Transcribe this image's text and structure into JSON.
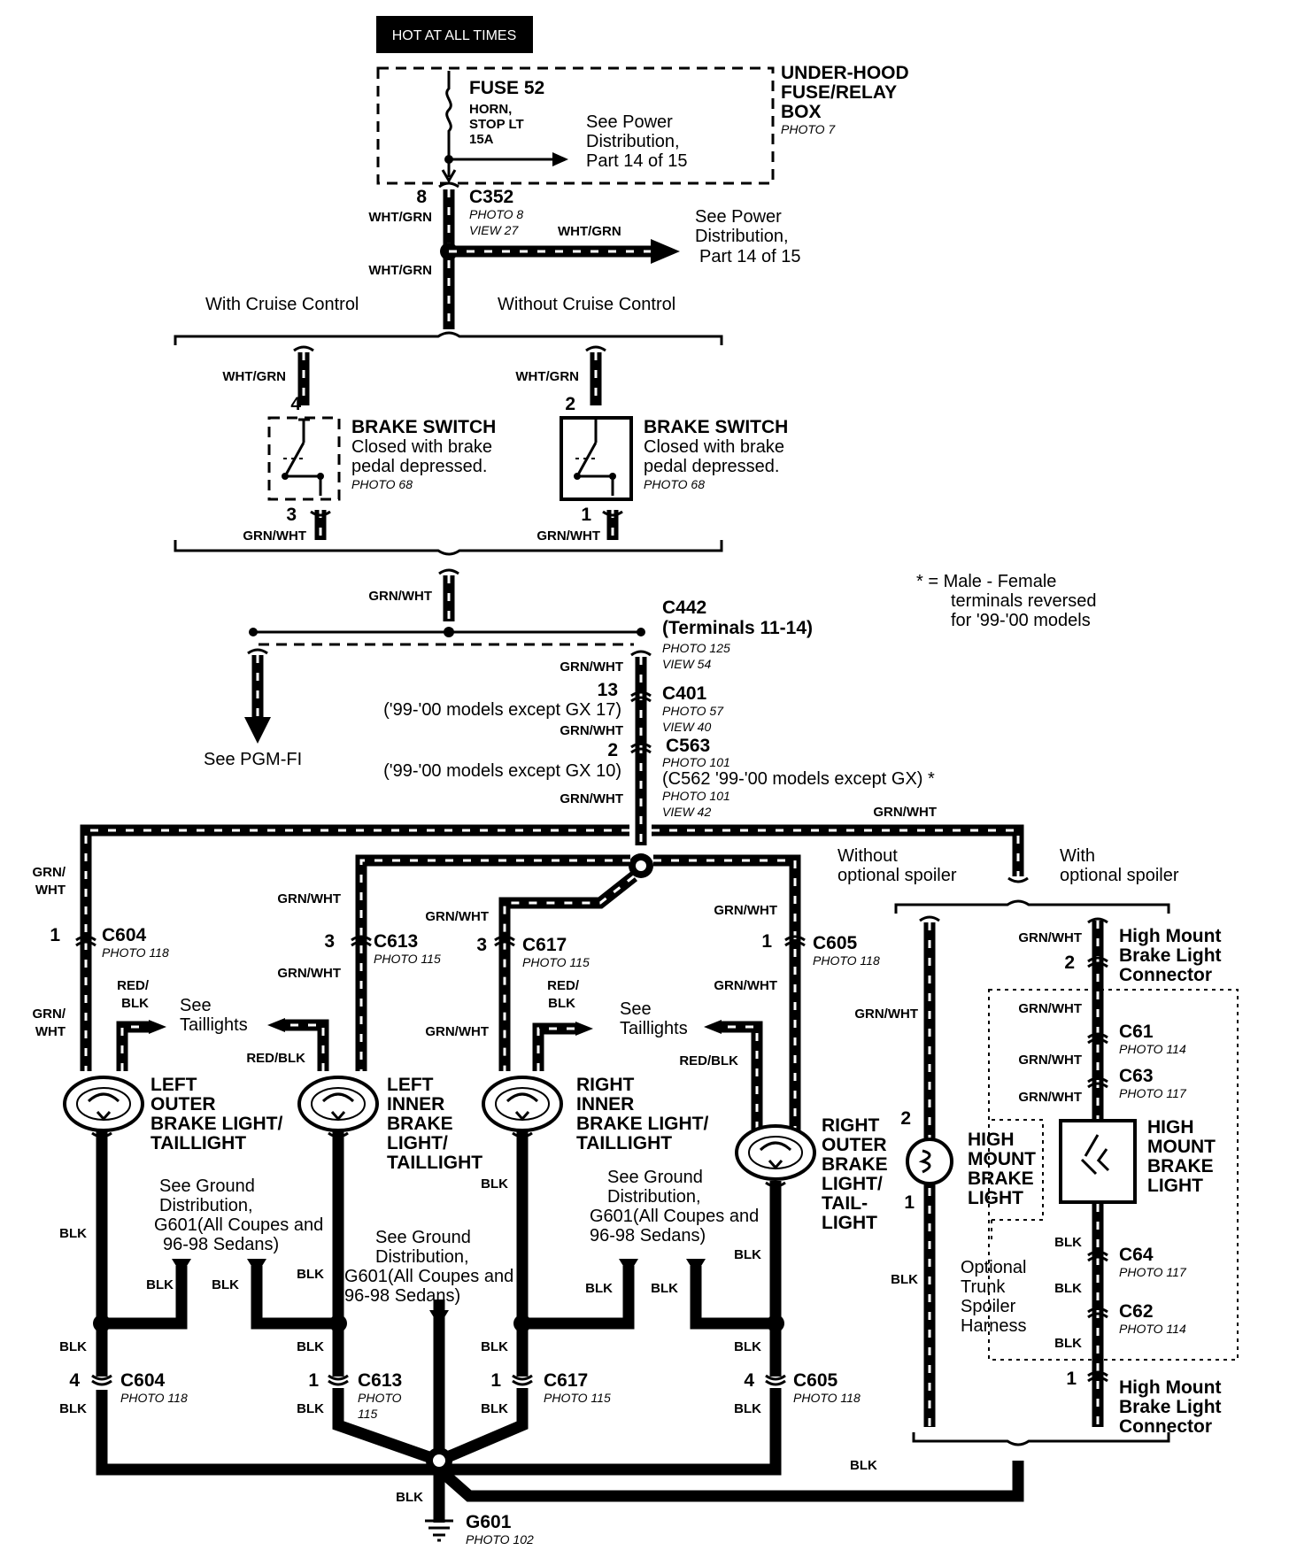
{
  "power": {
    "hot_label": "HOT AT ALL TIMES",
    "fuse": "FUSE 52",
    "fuse_desc1": "HORN,",
    "fuse_desc2": "STOP LT",
    "fuse_desc3": "15A",
    "box1": "UNDER-HOOD",
    "box2": "FUSE/RELAY",
    "box3": "BOX",
    "box_photo": "PHOTO 7",
    "see1a": "See Power",
    "see1b": "Distribution,",
    "see1c": "Part 14 of 15",
    "c352": "C352",
    "c352_pin": "8",
    "c352_photo": "PHOTO 8",
    "c352_view": "VIEW 27",
    "see2a": "See Power",
    "see2b": "Distribution,",
    "see2c": "Part 14 of 15"
  },
  "wires": {
    "wht_grn": "WHT/GRN",
    "grn_wht": "GRN/WHT",
    "grn": "GRN/",
    "wht": "WHT",
    "red": "RED/",
    "blk_short": "BLK",
    "red_blk": "RED/BLK",
    "blk": "BLK"
  },
  "switches": {
    "with_cruise": "With Cruise Control",
    "without_cruise": "Without Cruise Control",
    "title": "BRAKE SWITCH",
    "desc1": "Closed with brake",
    "desc2": "pedal depressed.",
    "photo": "PHOTO 68",
    "pin4": "4",
    "pin3": "3",
    "pin2": "2",
    "pin1": "1"
  },
  "connectors": {
    "note1": "* = Male - Female",
    "note2": "terminals reversed",
    "note3": "for '99-'00 models",
    "c442": "C442",
    "c442_term": "(Terminals 11-14)",
    "c442_photo": "PHOTO 125",
    "c442_view": "VIEW 54",
    "pgmfi": "See PGM-FI",
    "c401_pin": "13",
    "c401_alt": "('99-'00 models except GX 17)",
    "c401": "C401",
    "c401_photo": "PHOTO 57",
    "c401_view": "VIEW 40",
    "c563_pin": "2",
    "c563_alt": "('99-'00 models except GX 10)",
    "c563": "C563",
    "c563_photo": "PHOTO 101",
    "c562": "(C562 '99-'00 models except GX) *",
    "c562_photo": "PHOTO 101",
    "c562_view": "VIEW 42"
  },
  "lights": {
    "without_spoiler1": "Without",
    "without_spoiler2": "optional spoiler",
    "with_spoiler1": "With",
    "with_spoiler2": "optional spoiler",
    "c604": "C604",
    "c604_photo": "PHOTO 118",
    "c613": "C613",
    "c613_photo": "PHOTO 115",
    "c613_photo_a": "PHOTO",
    "c613_photo_b": "115",
    "c617": "C617",
    "c617_photo": "PHOTO 115",
    "c605": "C605",
    "c605_photo": "PHOTO 118",
    "p1": "1",
    "p2": "2",
    "p3": "3",
    "p4": "4",
    "see_tail1": "See",
    "see_tail2": "Taillights",
    "lo1": "LEFT",
    "lo2": "OUTER",
    "lo3": "BRAKE LIGHT/",
    "lo4": "TAILLIGHT",
    "li1": "LEFT",
    "li2": "INNER",
    "li3": "BRAKE",
    "li4": "LIGHT/",
    "li5": "TAILLIGHT",
    "ri1": "RIGHT",
    "ri2": "INNER",
    "ri3": "BRAKE LIGHT/",
    "ri4": "TAILLIGHT",
    "ro1": "RIGHT",
    "ro2": "OUTER",
    "ro3": "BRAKE",
    "ro4": "LIGHT/",
    "ro5": "TAIL-",
    "ro6": "LIGHT",
    "hm_conn1": "High Mount",
    "hm_conn2": "Brake Light",
    "hm_conn3": "Connector",
    "c61": "C61",
    "c61_photo": "PHOTO 114",
    "c63": "C63",
    "c63_photo": "PHOTO 117",
    "hmb1": "HIGH",
    "hmb2": "MOUNT",
    "hmb3": "BRAKE",
    "hmb4": "LIGHT",
    "c64": "C64",
    "c64_photo": "PHOTO 117",
    "c62": "C62",
    "c62_photo": "PHOTO 114",
    "opt1": "Optional",
    "opt2": "Trunk",
    "opt3": "Spoiler",
    "opt4": "Harness"
  },
  "ground": {
    "g1": "See Ground",
    "g2": "Distribution,",
    "g3": "G601(All Coupes and",
    "g4": "96-98 Sedans)",
    "g601": "G601",
    "g601_photo": "PHOTO 102"
  }
}
